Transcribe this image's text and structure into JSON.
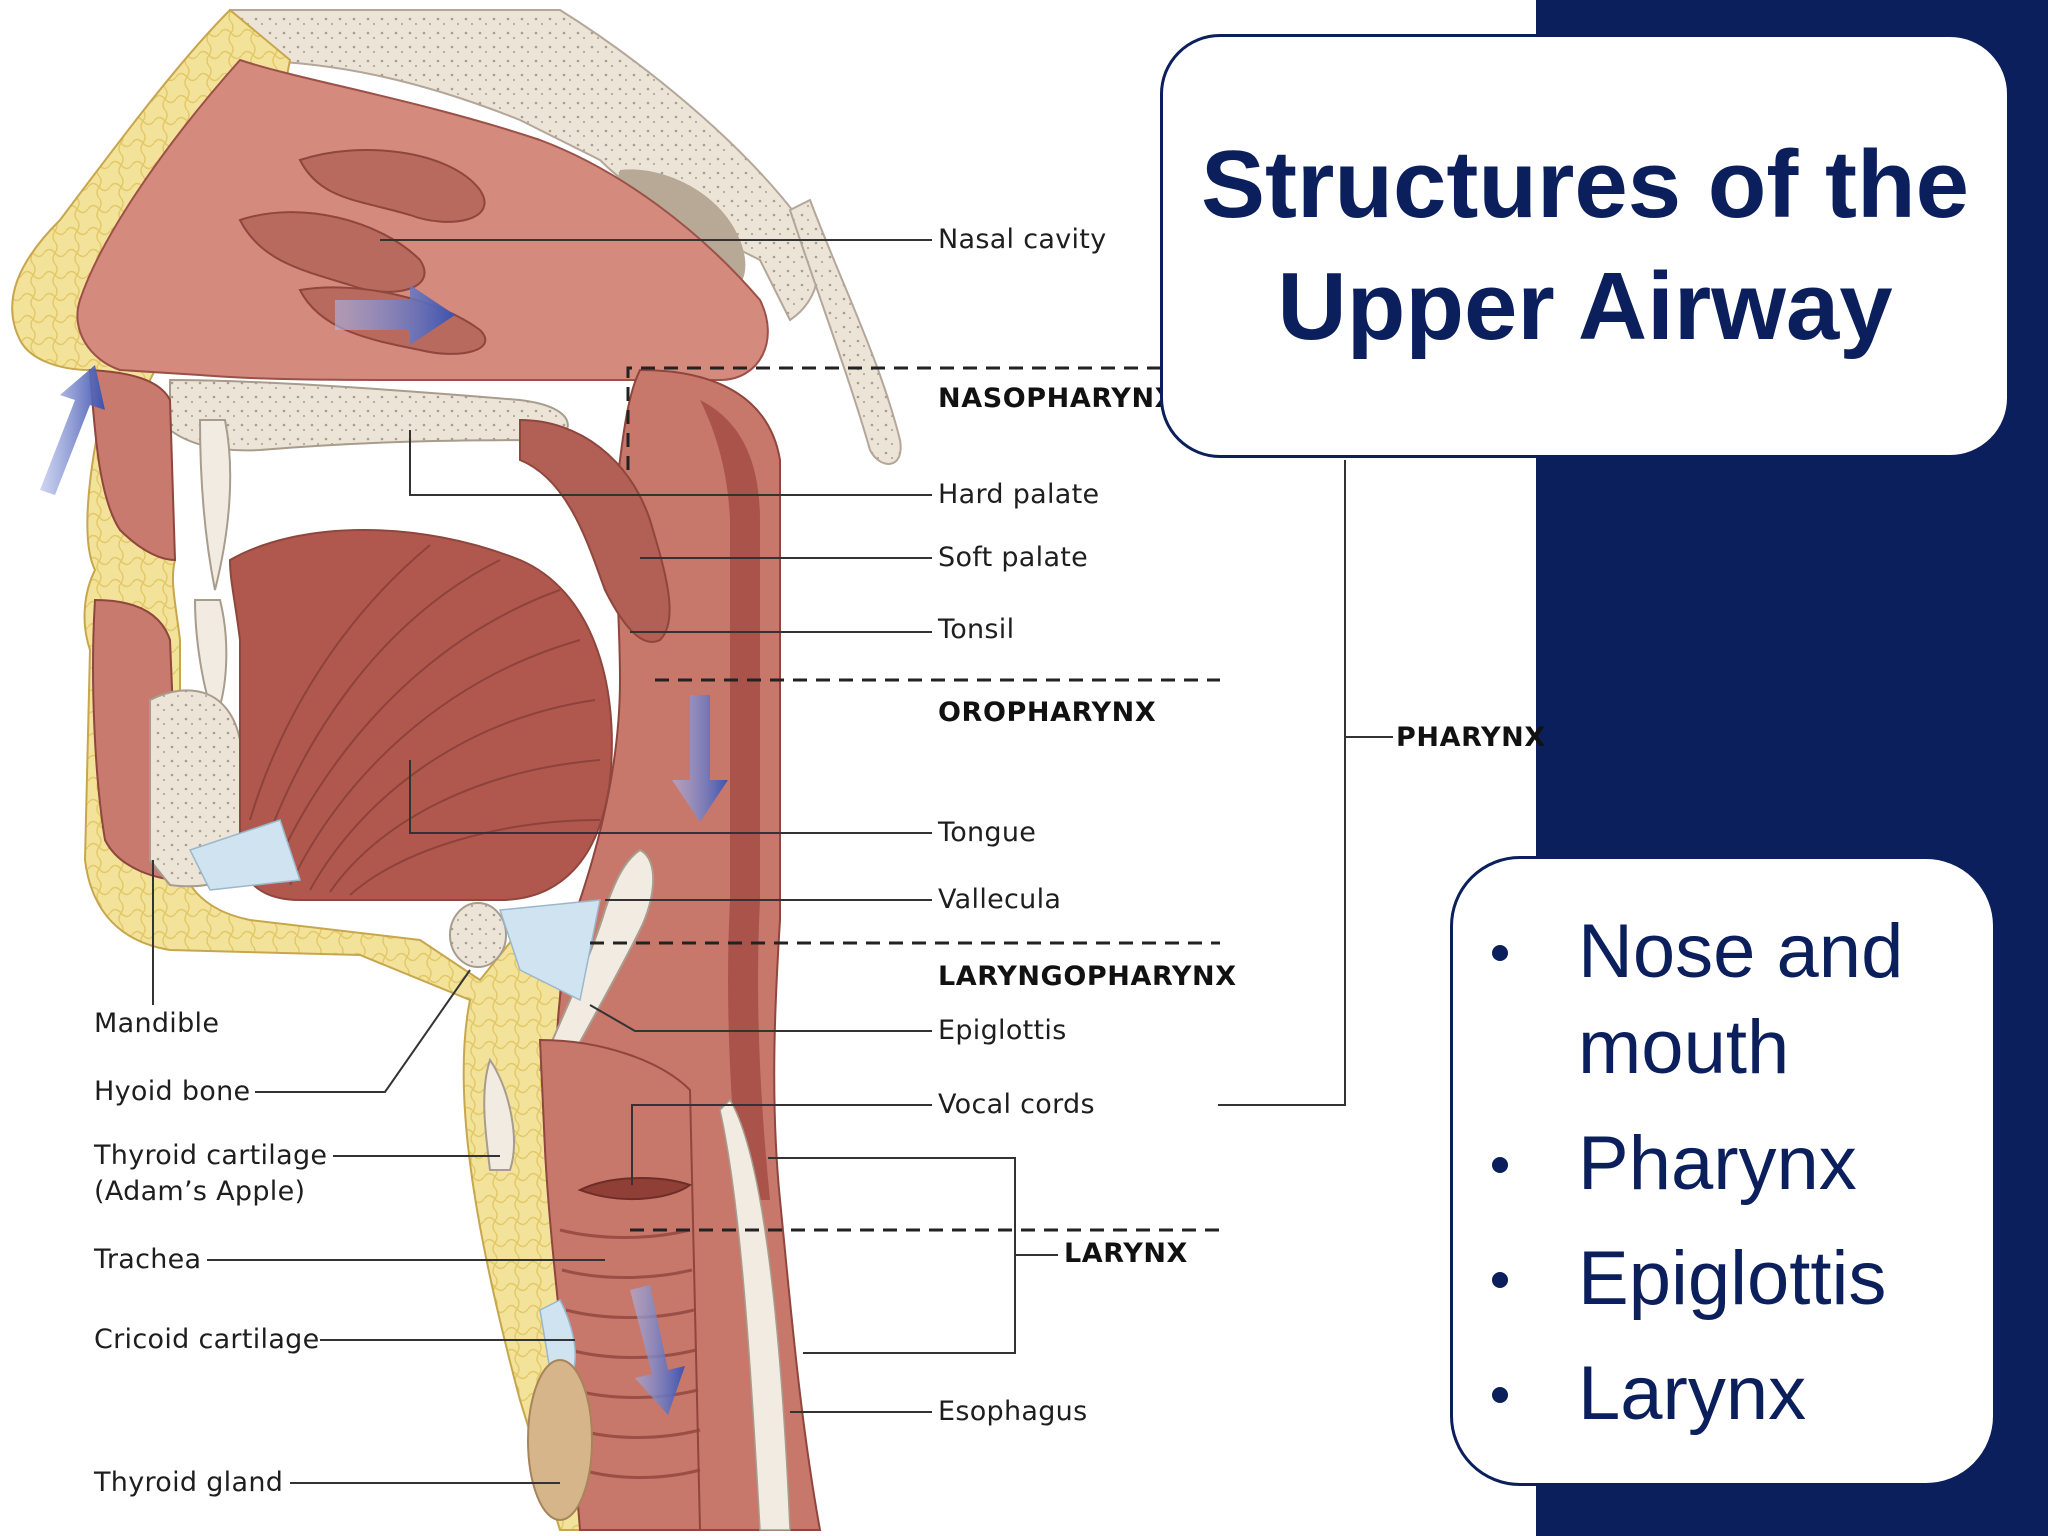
{
  "colors": {
    "navy": "#0b1f5c",
    "skin": "#d48a7d",
    "tissue": "#c8776b",
    "deep_tissue": "#a9534a",
    "muscle": "#b1584e",
    "fat": "#f3e39a",
    "bone": "#ede4d8",
    "arrow": "#4a5db5",
    "cartilage": "#cfe3f0"
  },
  "title": "Structures of the Upper Airway",
  "bullets": [
    "Nose and mouth",
    "Pharynx",
    "Epiglottis",
    "Larynx"
  ],
  "labels": {
    "nasal_cavity": "Nasal cavity",
    "nasopharynx": "NASOPHARYNX",
    "hard_palate": "Hard palate",
    "soft_palate": "Soft palate",
    "tonsil": "Tonsil",
    "oropharynx": "OROPHARYNX",
    "pharynx": "PHARYNX",
    "tongue": "Tongue",
    "vallecula": "Vallecula",
    "laryngopharynx": "LARYNGOPHARYNX",
    "epiglottis": "Epiglottis",
    "vocal_cords": "Vocal cords",
    "larynx": "LARYNX",
    "esophagus": "Esophagus",
    "mandible": "Mandible",
    "hyoid_bone": "Hyoid bone",
    "thyroid_cartilage": "Thyroid cartilage",
    "adams_apple": "(Adam’s Apple)",
    "trachea": "Trachea",
    "cricoid_cartilage": "Cricoid cartilage",
    "thyroid_gland": "Thyroid gland"
  }
}
